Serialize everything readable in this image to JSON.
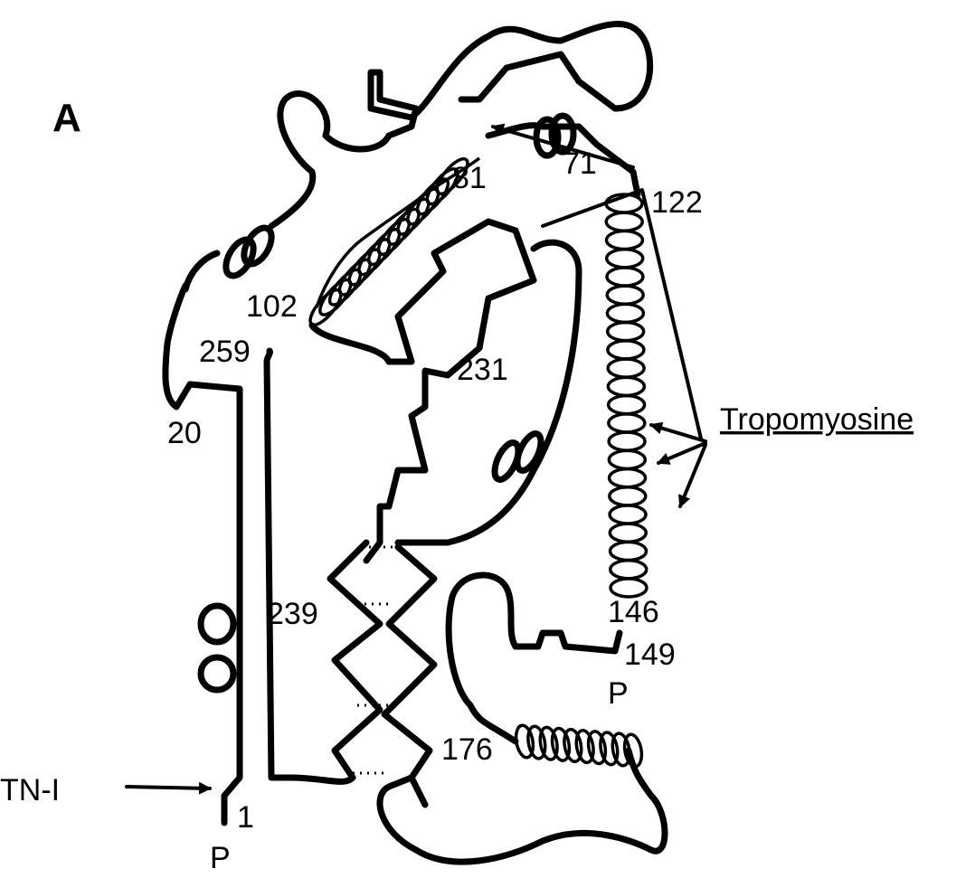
{
  "figure": {
    "panel_label": "A",
    "residues": [
      "1",
      "20",
      "71",
      "81",
      "102",
      "122",
      "146",
      "149",
      "176",
      "231",
      "239",
      "259"
    ],
    "phospho": [
      "P",
      "P"
    ],
    "annotations": {
      "tnt": "TN-I",
      "tropomyosin": "Tropomyosine"
    },
    "colors": {
      "ink": "#000000",
      "paper": "#ffffff"
    }
  }
}
